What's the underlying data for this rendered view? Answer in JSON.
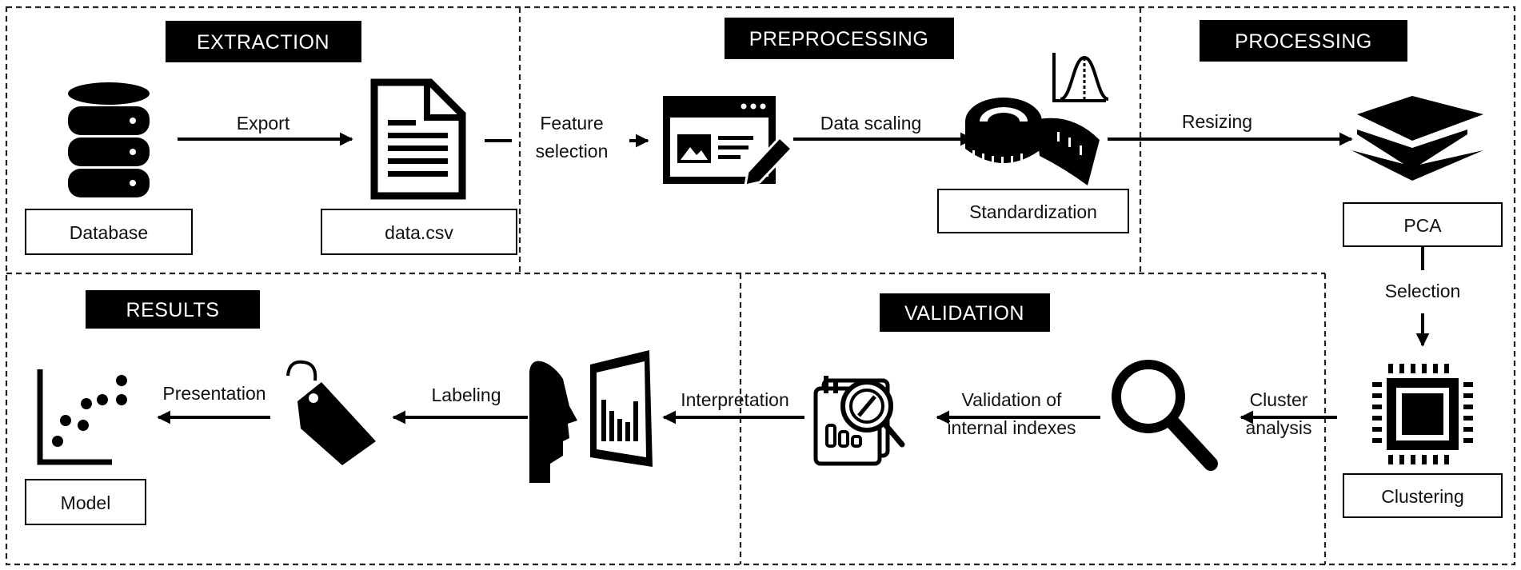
{
  "sections": {
    "extraction": "EXTRACTION",
    "preprocessing": "PREPROCESSING",
    "processing": "PROCESSING",
    "results": "RESULTS",
    "validation": "VALIDATION"
  },
  "nodes": {
    "database": "Database",
    "data_csv": "data.csv",
    "standardization": "Standardization",
    "pca": "PCA",
    "clustering": "Clustering",
    "model": "Model"
  },
  "edges": {
    "export": "Export",
    "feature_selection": [
      "Feature",
      "selection"
    ],
    "data_scaling": "Data scaling",
    "resizing": "Resizing",
    "selection": "Selection",
    "cluster_analysis": [
      "Cluster",
      "analysis"
    ],
    "validation_internal": [
      "Validation of",
      "internal indexes"
    ],
    "interpretation": "Interpretation",
    "labeling": "Labeling",
    "presentation": "Presentation"
  },
  "icons": [
    "database-icon",
    "document-icon",
    "feature-form-icon",
    "tape-measure-icon",
    "bell-curve-icon",
    "layers-icon",
    "chip-icon",
    "magnifier-icon",
    "report-search-icon",
    "head-chart-icon",
    "tag-icon",
    "scatter-plot-icon"
  ]
}
